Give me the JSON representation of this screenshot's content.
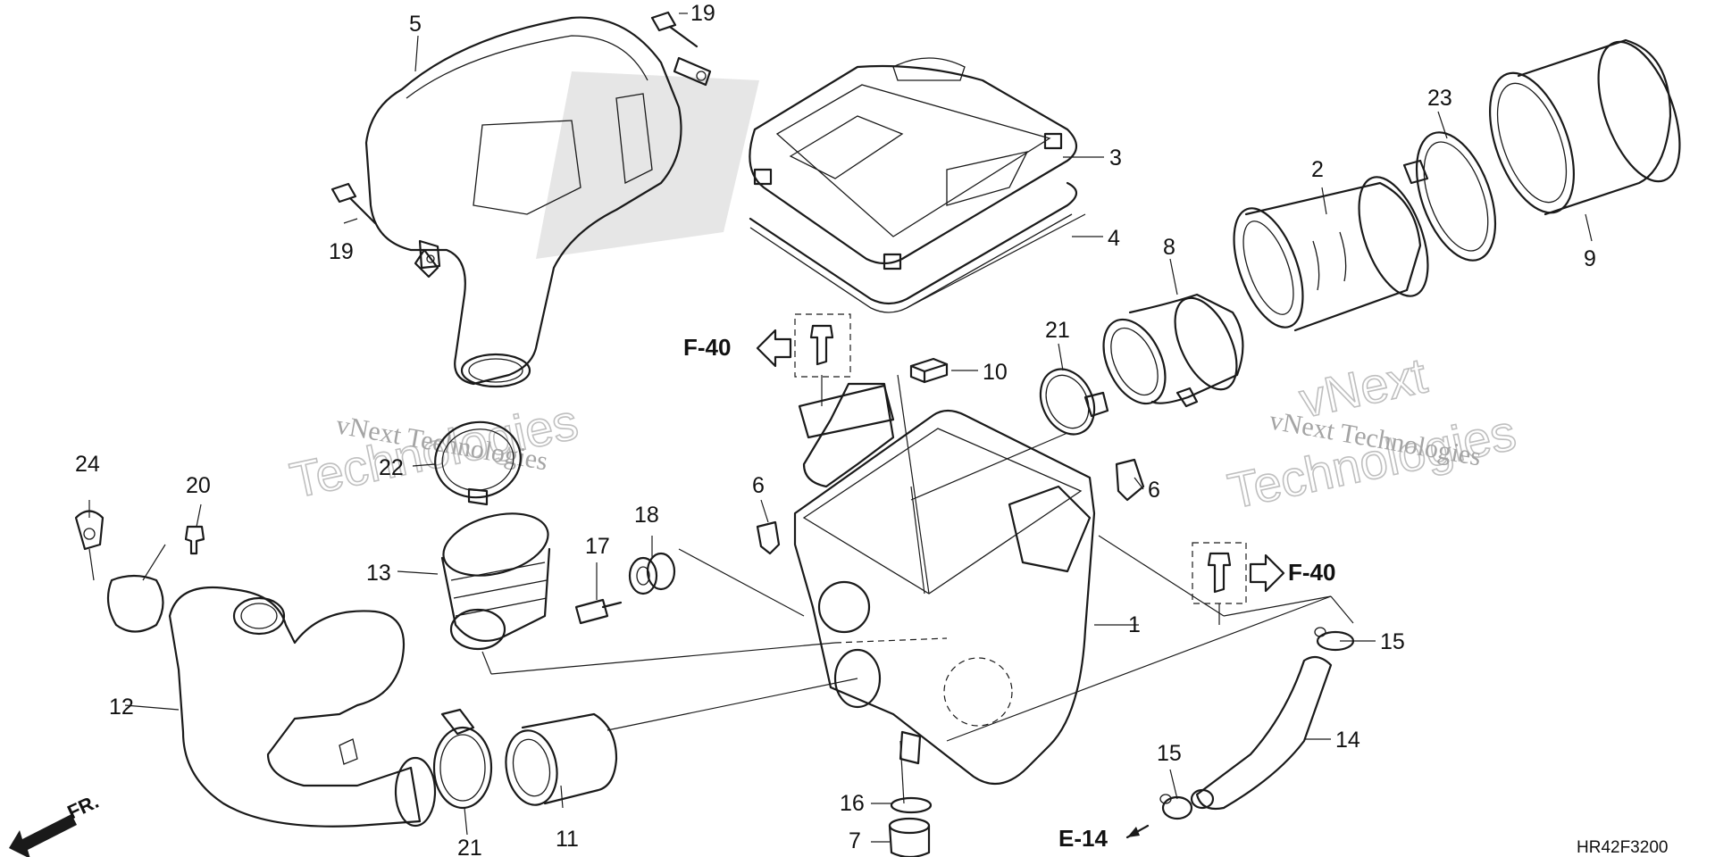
{
  "labels": {
    "p1": "1",
    "p2": "2",
    "p3": "3",
    "p4": "4",
    "p5": "5",
    "p6a": "6",
    "p6b": "6",
    "p7": "7",
    "p8": "8",
    "p9": "9",
    "p10": "10",
    "p11": "11",
    "p12": "12",
    "p13": "13",
    "p14": "14",
    "p15a": "15",
    "p15b": "15",
    "p16": "16",
    "p17": "17",
    "p18": "18",
    "p19a": "19",
    "p19b": "19",
    "p20": "20",
    "p21a": "21",
    "p21b": "21",
    "p22": "22",
    "p23": "23",
    "p24": "24"
  },
  "references": {
    "f40_left": "F-40",
    "f40_right": "F-40",
    "e14": "E-14",
    "front": "FR."
  },
  "diagram_code": "HR42F3200",
  "watermark": {
    "line1": "vNext Technologies",
    "line2": "vNext",
    "line3": "Technologies"
  }
}
